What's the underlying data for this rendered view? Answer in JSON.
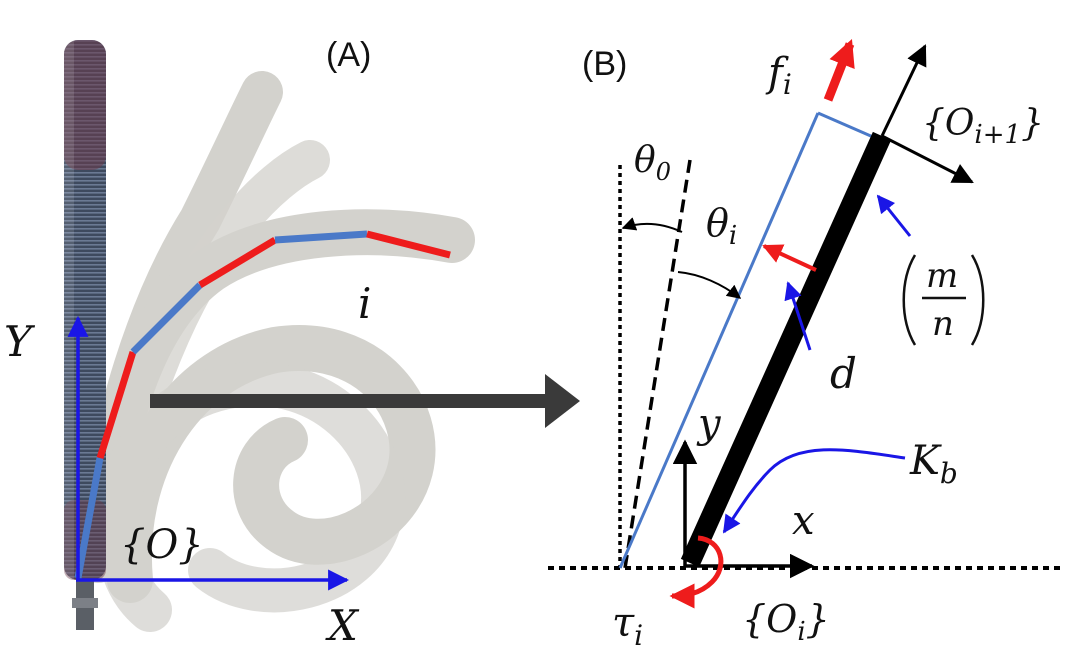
{
  "panel_a": {
    "label": "(A)",
    "axis_y": "Y",
    "axis_x": "X",
    "origin_frame": "{O}",
    "segment_label": "i"
  },
  "panel_b": {
    "label": "(B)",
    "force": "f",
    "force_sub": "i",
    "top_frame": "{O",
    "top_frame_sub": "i+1",
    "top_frame_close": "}",
    "theta0": "θ",
    "theta0_sub": "0",
    "thetai": "θ",
    "thetai_sub": "i",
    "ratio_num": "m",
    "ratio_den": "n",
    "offset": "d",
    "local_y": "y",
    "local_x": "x",
    "stiffness": "K",
    "stiffness_sub": "b",
    "torque": "τ",
    "torque_sub": "i",
    "base_frame": "{O",
    "base_frame_sub": "i",
    "base_frame_close": "}"
  },
  "colors": {
    "red": "#ee1c1c",
    "blue_link": "#4a79c8",
    "blue_frame": "#1a16e6",
    "arrow_gray": "#3a3a3a",
    "tube_gray": "#c9c8c2"
  }
}
